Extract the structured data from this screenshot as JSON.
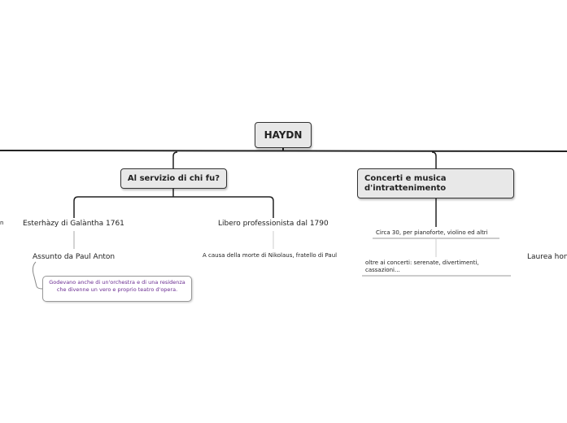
{
  "map": {
    "root": "HAYDN",
    "branch1": {
      "title": "Al servizio di chi fu?",
      "child1": "Esterhàzy di Galàntha 1761",
      "child1_sub": "Assunto da Paul Anton",
      "child1_note": "Godevano anche di un'orchestra e di una residenza che divenne un vero e proprio teatro d'opera.",
      "child2": "Libero professionista dal 1790",
      "child2_sub": "A causa della morte di Nikolaus, fratello di Paul"
    },
    "branch2": {
      "title": "Concerti e musica d'intrattenimento",
      "child1": "Circa 30, per pianoforte, violino ed altri",
      "child2": "oltre ai concerti: serenate, divertimenti, cassazioni..."
    },
    "left_edge_fragment": "n",
    "right_edge_fragment": "Laurea hon"
  }
}
